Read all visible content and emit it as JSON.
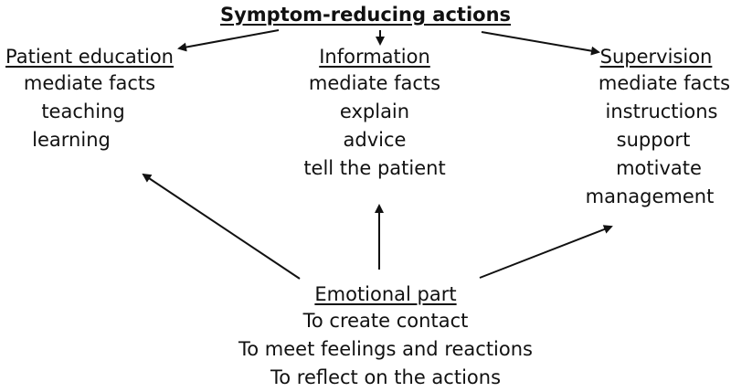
{
  "diagram": {
    "top": {
      "title": "Symptom-reducing actions"
    },
    "left": {
      "heading": "Patient education",
      "items": [
        "mediate facts",
        "teaching",
        "learning"
      ]
    },
    "center": {
      "heading": "Information",
      "items": [
        "mediate facts",
        "explain",
        "advice",
        "tell the patient"
      ]
    },
    "right": {
      "heading": "Supervision",
      "items": [
        "mediate facts",
        "instructions",
        "support",
        "motivate",
        "management"
      ]
    },
    "bottom": {
      "heading": "Emotional part",
      "items": [
        "To create contact",
        "To meet feelings and reactions",
        "To reflect on the actions"
      ]
    },
    "colors": {
      "text": "#111111",
      "arrow": "#111111",
      "background": "#ffffff"
    }
  }
}
